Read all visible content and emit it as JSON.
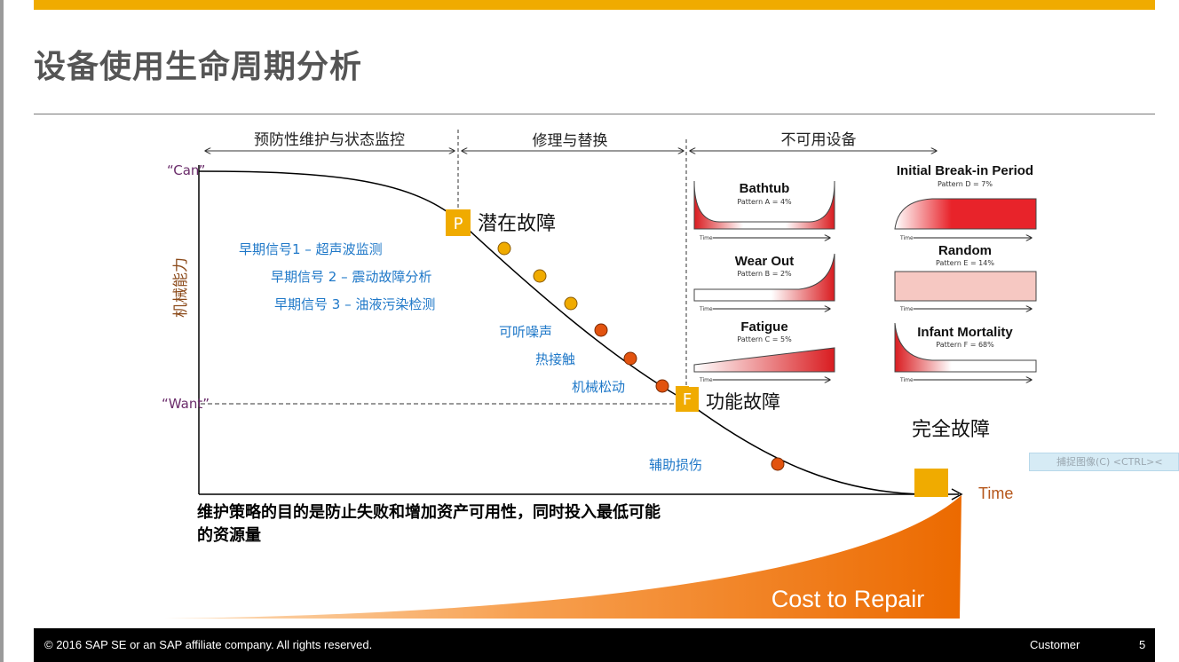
{
  "slide": {
    "title": "设备使用生命周期分析",
    "footer_copyright": "© 2016 SAP SE or an SAP affiliate company. All rights reserved.",
    "footer_classification": "Customer",
    "page_number": "5",
    "capture_tip": "捕捉图像(C)    <CTRL><"
  },
  "diagram": {
    "phases": [
      "预防性维护与状态监控",
      "修理与替换",
      "不可用设备"
    ],
    "y_axis_label": "机械能力",
    "y_top_label": "“Can”",
    "y_want_label": "“Want”",
    "x_axis_label": "Time",
    "p_marker": "P",
    "p_label": "潜在故障",
    "f_marker": "F",
    "f_label": "功能故障",
    "total_failure": "完全故障",
    "signals": [
      "早期信号1 – 超声波监测",
      "早期信号 2 – 震动故障分析",
      "早期信号 3 – 油液污染检测",
      "可听噪声",
      "热接触",
      "机械松动",
      "辅助损伤"
    ],
    "statement": "维护策略的目的是防止失败和增加资产可用性，同时投入最低可能\n的资源量",
    "cost_label": "Cost to Repair",
    "colors": {
      "yellow_dot": "#f0ab00",
      "orange_dot": "#e2530f",
      "marker": "#f0ab00",
      "signal_text": "#1f78c8",
      "cost": "#ef7b10"
    }
  },
  "patterns": [
    {
      "name": "Bathtub",
      "sub": "Pattern A = 4%",
      "axis": "Time"
    },
    {
      "name": "Wear Out",
      "sub": "Pattern B = 2%",
      "axis": "Time"
    },
    {
      "name": "Fatigue",
      "sub": "Pattern C = 5%",
      "axis": "Time"
    },
    {
      "name": "Initial Break-in Period",
      "sub": "Pattern D = 7%",
      "axis": "Time"
    },
    {
      "name": "Random",
      "sub": "Pattern E = 14%",
      "axis": "Time"
    },
    {
      "name": "Infant Mortality",
      "sub": "Pattern F = 68%",
      "axis": "Time"
    }
  ]
}
